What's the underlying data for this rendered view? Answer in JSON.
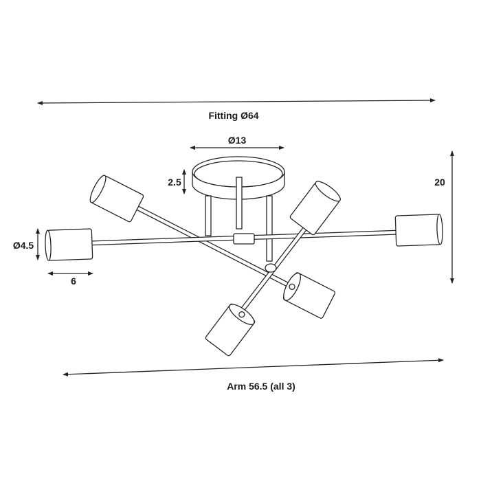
{
  "dimensions": {
    "fitting": "Fitting Ø64",
    "canopy_diameter": "Ø13",
    "canopy_height": "2.5",
    "total_height": "20",
    "shade_diameter": "Ø4.5",
    "shade_length": "6",
    "arm": "Arm 56.5 (all 3)"
  },
  "colors": {
    "line": "#222222",
    "background": "#ffffff"
  }
}
